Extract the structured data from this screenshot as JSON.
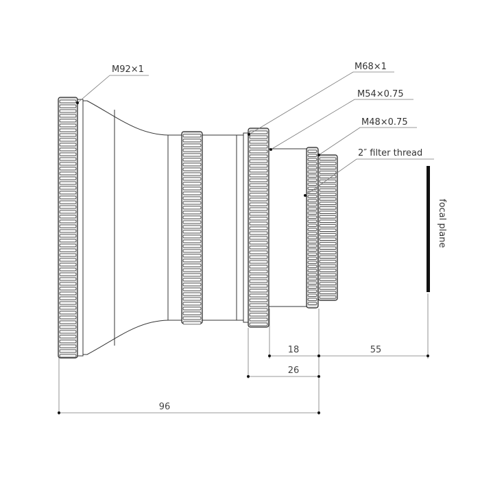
{
  "callouts": {
    "m92": "M92×1",
    "m68": "M68×1",
    "m54": "M54×0.75",
    "m48": "M48×0.75",
    "filter": "2″ filter thread"
  },
  "focal_plane_label": "focal plane",
  "dimensions": {
    "d18": "18",
    "d55": "55",
    "d26": "26",
    "d96": "96"
  },
  "colors": {
    "line": "#333333",
    "dim": "#888888"
  }
}
